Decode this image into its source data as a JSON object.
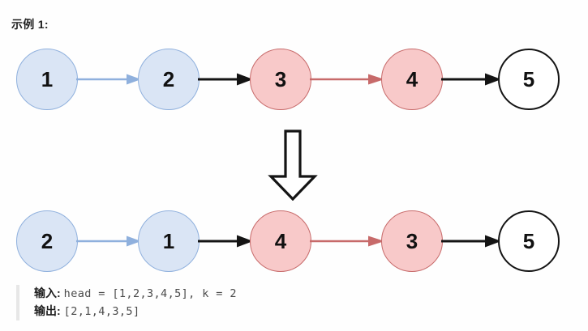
{
  "heading": "示例 1:",
  "colors": {
    "blue_fill": "#dae5f5",
    "blue_border": "#8fb0dd",
    "blue_arrow": "#8fb0dd",
    "red_fill": "#f8c9c9",
    "red_border": "#c76a6a",
    "red_arrow": "#c76a6a",
    "black_arrow": "#141414",
    "white_fill": "#ffffff",
    "text": "#111111",
    "quote_bar": "#e7e7e7",
    "background": "#fefefe"
  },
  "diagram": {
    "before": {
      "nodes": [
        {
          "value": "1",
          "style": "blue"
        },
        {
          "value": "2",
          "style": "blue"
        },
        {
          "value": "3",
          "style": "red"
        },
        {
          "value": "4",
          "style": "red"
        },
        {
          "value": "5",
          "style": "white"
        }
      ],
      "edges": [
        {
          "from": "1",
          "to": "2",
          "style": "blue"
        },
        {
          "from": "2",
          "to": "3",
          "style": "black"
        },
        {
          "from": "3",
          "to": "4",
          "style": "red"
        },
        {
          "from": "4",
          "to": "5",
          "style": "black"
        }
      ]
    },
    "transform_arrow": "down-arrow",
    "after": {
      "nodes": [
        {
          "value": "2",
          "style": "blue"
        },
        {
          "value": "1",
          "style": "blue"
        },
        {
          "value": "4",
          "style": "red"
        },
        {
          "value": "3",
          "style": "red"
        },
        {
          "value": "5",
          "style": "white"
        }
      ],
      "edges": [
        {
          "from": "2",
          "to": "1",
          "style": "blue"
        },
        {
          "from": "1",
          "to": "4",
          "style": "black"
        },
        {
          "from": "4",
          "to": "3",
          "style": "red"
        },
        {
          "from": "3",
          "to": "5",
          "style": "black"
        }
      ]
    }
  },
  "io": {
    "input_label": "输入:",
    "input_value": "head = [1,2,3,4,5], k = 2",
    "output_label": "输出:",
    "output_value": "[2,1,4,3,5]"
  }
}
